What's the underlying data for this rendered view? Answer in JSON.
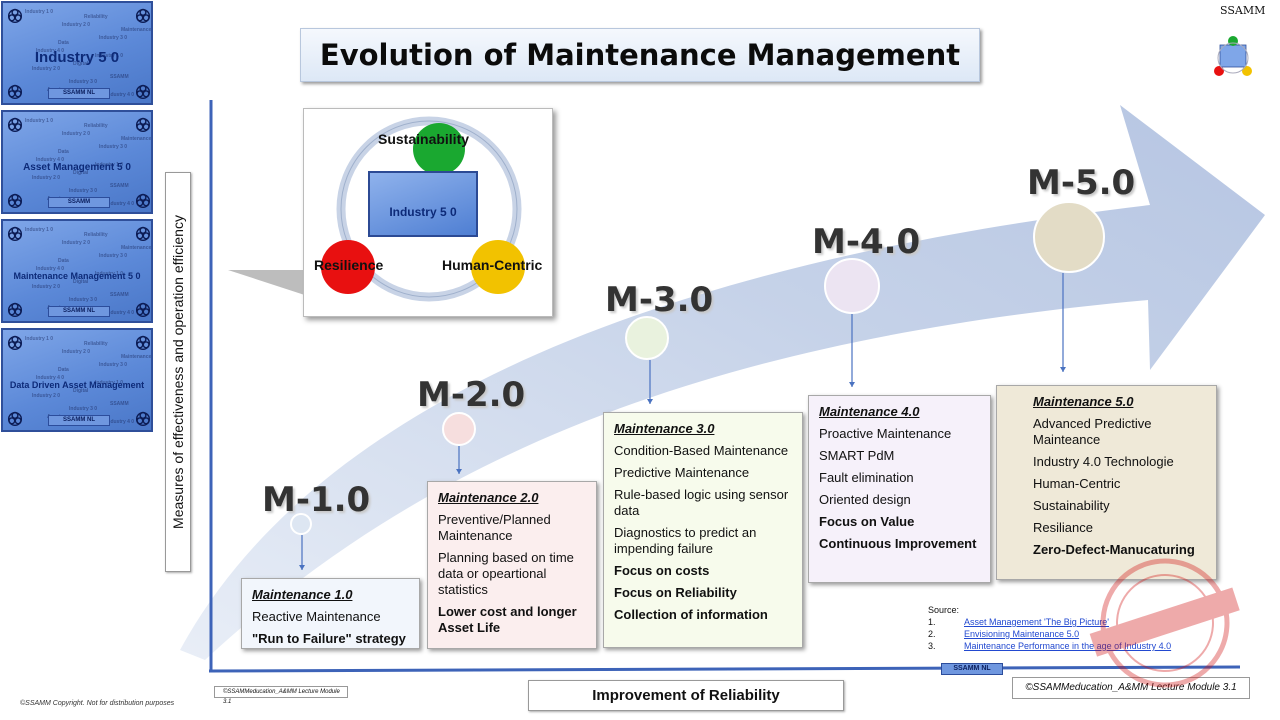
{
  "title": "Evolution of Maintenance Management",
  "logo": "SSAMM",
  "axes": {
    "y_label": "Measures of effectiveness and operation efficiency",
    "x_label": "Improvement of Reliability"
  },
  "thumbnails": [
    {
      "caption": "Industry 5 0",
      "tag": "SSAMM NL"
    },
    {
      "caption": "Asset Management 5 0",
      "tag": "SSAMM"
    },
    {
      "caption": "Maintenance Management 5 0",
      "tag": "SSAMM NL"
    },
    {
      "caption": "Data Driven Asset Management",
      "tag": "SSAMM NL"
    }
  ],
  "industry_diagram": {
    "center": "Industry 5 0",
    "top": "Sustainability",
    "left": "Resilience",
    "right": "Human-Centric",
    "colors": {
      "top": "#1aa830",
      "left": "#e81010",
      "right": "#f2c200"
    }
  },
  "milestones": [
    {
      "label": "M-1.0",
      "circle_color": "#dde6f2",
      "box_title": "Maintenance 1.0",
      "items": [
        {
          "text": "Reactive Maintenance",
          "bold": false
        },
        {
          "text": "\"Run to Failure\" strategy",
          "bold": true
        }
      ]
    },
    {
      "label": "M-2.0",
      "circle_color": "#f6dede",
      "box_title": "Maintenance 2.0",
      "items": [
        {
          "text": "Preventive/Planned Maintenance",
          "bold": false
        },
        {
          "text": "Planning based on time data or opeartional statistics",
          "bold": false
        },
        {
          "text": "Lower cost and longer Asset Life",
          "bold": true
        }
      ]
    },
    {
      "label": "M-3.0",
      "circle_color": "#e9f2de",
      "box_title": "Maintenance 3.0",
      "items": [
        {
          "text": "Condition-Based Maintenance",
          "bold": false
        },
        {
          "text": "Predictive Maintenance",
          "bold": false
        },
        {
          "text": "Rule-based logic using sensor data",
          "bold": false
        },
        {
          "text": "Diagnostics to predict an impending failure",
          "bold": false
        },
        {
          "text": "Focus on costs",
          "bold": true
        },
        {
          "text": "Focus on Reliability",
          "bold": true
        },
        {
          "text": "Collection of information",
          "bold": true
        }
      ]
    },
    {
      "label": "M-4.0",
      "circle_color": "#ece4f2",
      "box_title": "Maintenance 4.0",
      "items": [
        {
          "text": "Proactive Maintenance",
          "bold": false
        },
        {
          "text": "SMART PdM",
          "bold": false
        },
        {
          "text": "Fault elimination",
          "bold": false
        },
        {
          "text": "Oriented design",
          "bold": false
        },
        {
          "text": "Focus on Value",
          "bold": true
        },
        {
          "text": "Continuous Improvement",
          "bold": true
        }
      ]
    },
    {
      "label": "M-5.0",
      "circle_color": "#e3dcc6",
      "box_title": "Maintenance 5.0",
      "items": [
        {
          "text": "Advanced Predictive Mainteance",
          "bold": false
        },
        {
          "text": "Industry 4.0 Technologie",
          "bold": false
        },
        {
          "text": "Human-Centric",
          "bold": false
        },
        {
          "text": "Sustainability",
          "bold": false
        },
        {
          "text": "Resiliance",
          "bold": false
        },
        {
          "text": "Zero-Defect-Manucaturing",
          "bold": true
        }
      ]
    }
  ],
  "source": {
    "label": "Source:",
    "items": [
      {
        "num": "1.",
        "text": "Asset Management 'The Big Picture'"
      },
      {
        "num": "2.",
        "text": "Envisioning Maintenance 5.0"
      },
      {
        "num": "3.",
        "text": "Maintenance Performance in the age of Industry 4.0"
      }
    ]
  },
  "footer": {
    "copyright": "©SSAMM Copyright. Not for distribution purposes",
    "left_caption": "©SSAMMeducation_A&MM Lecture Module 3.1",
    "right_caption": "©SSAMMeducation_A&MM Lecture Module 3.1",
    "tag": "SSAMM NL"
  }
}
